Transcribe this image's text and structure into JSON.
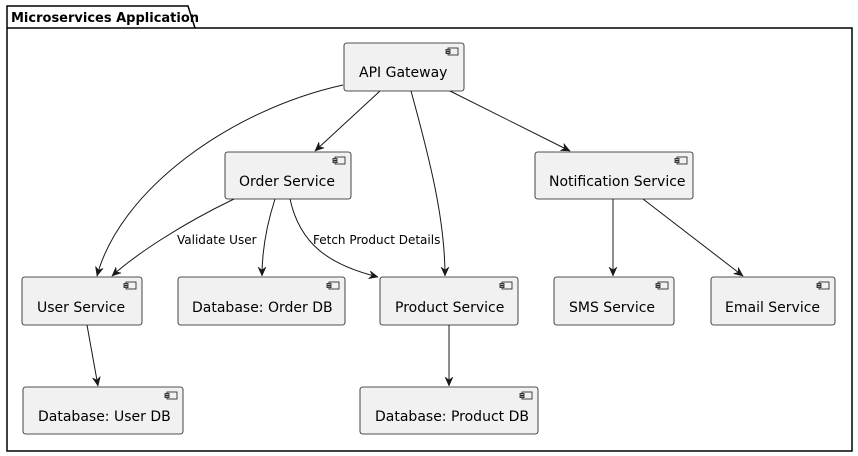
{
  "package": {
    "title": "Microservices Application"
  },
  "components": {
    "api_gateway": "API Gateway",
    "order_service": "Order Service",
    "notification_service": "Notification Service",
    "user_service": "User Service",
    "order_db": "Database: Order DB",
    "product_service": "Product Service",
    "sms_service": "SMS Service",
    "email_service": "Email Service",
    "user_db": "Database: User DB",
    "product_db": "Database: Product DB"
  },
  "edges": {
    "validate_user": "Validate User",
    "fetch_product_details": "Fetch Product Details"
  },
  "colors": {
    "component_fill": "#f1f1f1",
    "stroke": "#181818"
  }
}
